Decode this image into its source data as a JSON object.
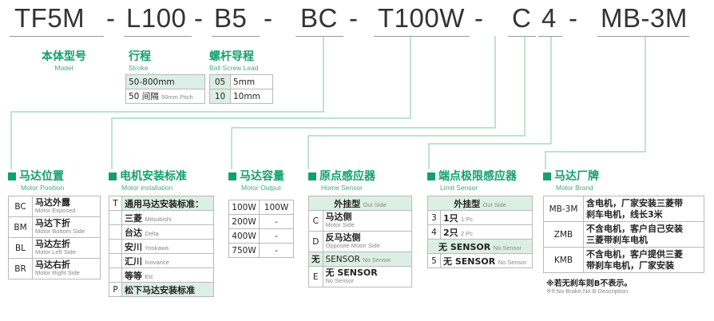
{
  "model_code": {
    "segments": [
      "TF5M",
      "L100",
      "B5",
      "BC",
      "T100W",
      "C",
      "4",
      "MB-3M"
    ],
    "sep": "-"
  },
  "top_sections": {
    "model": {
      "cn": "本体型号",
      "en": "Model"
    },
    "stroke": {
      "cn": "行程",
      "en": "Stroke",
      "rows": [
        {
          "value": "50-800mm"
        },
        {
          "value": "50 间隔",
          "note": "50mm Pitch"
        }
      ]
    },
    "lead": {
      "cn": "螺杆导程",
      "en": "Ball Screw Lead",
      "rows": [
        {
          "code": "05",
          "value": "5mm"
        },
        {
          "code": "10",
          "value": "10mm"
        }
      ]
    }
  },
  "sections": {
    "motor_position": {
      "cn": "马达位置",
      "en": "Motor Position",
      "rows": [
        {
          "code": "BC",
          "cn": "马达外露",
          "en": "Motor Exposed"
        },
        {
          "code": "BM",
          "cn": "马达下折",
          "en": "Motor Bottom Side"
        },
        {
          "code": "BL",
          "cn": "马达左折",
          "en": "Motor Left Side"
        },
        {
          "code": "BR",
          "cn": "马达右折",
          "en": "Motor Right Side"
        }
      ]
    },
    "motor_installation": {
      "cn": "电机安装标准",
      "en": "Motor installation",
      "rows": [
        {
          "code": "T",
          "cn": "通用马达安装标准：",
          "en": ""
        },
        {
          "code": "",
          "cn": "三菱",
          "en": "Mitsubishi"
        },
        {
          "code": "",
          "cn": "台达",
          "en": "Delta"
        },
        {
          "code": "",
          "cn": "安川",
          "en": "Yoskawa"
        },
        {
          "code": "",
          "cn": "汇川",
          "en": "Inovance"
        },
        {
          "code": "",
          "cn": "等等",
          "en": "Etc"
        },
        {
          "code": "P",
          "cn": "松下马达安装标准",
          "en": ""
        }
      ]
    },
    "motor_output": {
      "cn": "马达容量",
      "en": "Motor Output",
      "rows": [
        {
          "code": "100W",
          "value": "100W"
        },
        {
          "code": "200W",
          "value": "-"
        },
        {
          "code": "400W",
          "value": "-"
        },
        {
          "code": "750W",
          "value": "-"
        }
      ]
    },
    "home_sensor": {
      "cn": "原点感应器",
      "en": "Home Sensor",
      "rows": [
        {
          "code": "",
          "cn": "外挂型",
          "en": "Out Side"
        },
        {
          "code": "C",
          "cn": "马达侧",
          "en": "Motor Side"
        },
        {
          "code": "D",
          "cn": "反马达侧",
          "en": "Opposite Motor Side"
        },
        {
          "code": "无",
          "cn": "SENSOR",
          "en": "No Sensor"
        },
        {
          "code": "E",
          "cn": "无 SENSOR",
          "en": "No Sensor"
        }
      ]
    },
    "limit_sensor": {
      "cn": "端点极限感应器",
      "en": "Limit Sensor",
      "rows": [
        {
          "code": "",
          "cn": "外挂型",
          "en": "Out Side"
        },
        {
          "code": "3",
          "cn": "1只",
          "en": "1 Pc"
        },
        {
          "code": "4",
          "cn": "2只",
          "en": "2 Pc"
        },
        {
          "code": "",
          "cn": "无 SENSOR",
          "en": "No Sensor"
        },
        {
          "code": "5",
          "cn": "无 SENSOR",
          "en": "No Sensor"
        }
      ]
    },
    "motor_brand": {
      "cn": "马达厂牌",
      "en": "Motor Brand",
      "rows": [
        {
          "code": "MB-3M",
          "text1": "含电机，厂家安装三菱带",
          "text2": "刹车电机，线长3米"
        },
        {
          "code": "ZMB",
          "text1": "不含电机，客户自己安装",
          "text2": "三菱带刹车电机"
        },
        {
          "code": "KMB",
          "text1": "不含电机，客户提供三菱",
          "text2": "带刹车电机，厂家安装"
        }
      ],
      "note_cn": "※若无刹车则B不表示。",
      "note_en": "※If No Brake,No B Description."
    }
  },
  "colors": {
    "accent": "#14a06c",
    "shade": "#dcefe4",
    "line": "#7fcfae"
  }
}
